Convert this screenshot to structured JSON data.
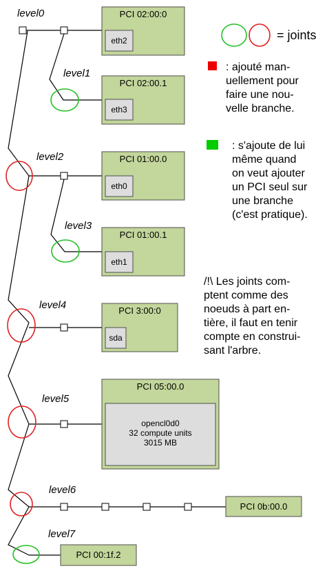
{
  "levels": [
    "level0",
    "level1",
    "level2",
    "level3",
    "level4",
    "level5",
    "level6",
    "level7"
  ],
  "pci": {
    "p0200_0": {
      "title": "PCI 02:00:0",
      "child": "eth2"
    },
    "p0200_1": {
      "title": "PCI 02:00.1",
      "child": "eth3"
    },
    "p0100_0": {
      "title": "PCI 01:00.0",
      "child": "eth0"
    },
    "p0100_1": {
      "title": "PCI 01:00.1",
      "child": "eth1"
    },
    "p3000": {
      "title": "PCI 3:00:0",
      "child": "sda"
    },
    "p0500": {
      "title": "PCI 05:00.0",
      "child_lines": [
        "opencl0d0",
        "32 compute units",
        "3015 MB"
      ]
    },
    "p0b00": {
      "title": "PCI 0b:00.0"
    },
    "p001f": {
      "title": "PCI 00:1f.2"
    }
  },
  "legend": {
    "joints": "= joints",
    "red_note": ": ajouté man-\nuellement pour\nfaire une nou-\nvelle branche.",
    "green_note": ": s'ajoute de lui\nmême quand\non veut ajouter\nun PCI seul sur\nune branche\n(c'est pratique).",
    "warning": "/!\\ Les joints com-\nptent comme des\nnoeuds à part en-\ntière, il faut en tenir\ncompte en construi-\nsant l'arbre."
  },
  "colors": {
    "box_fill": "#c3d69b",
    "box_stroke": "#4d4d4d",
    "inner_fill": "#dddddd",
    "joint_red": "#e02020",
    "joint_green": "#22c022",
    "legend_red": "#ee0000",
    "legend_green": "#00cc00"
  }
}
